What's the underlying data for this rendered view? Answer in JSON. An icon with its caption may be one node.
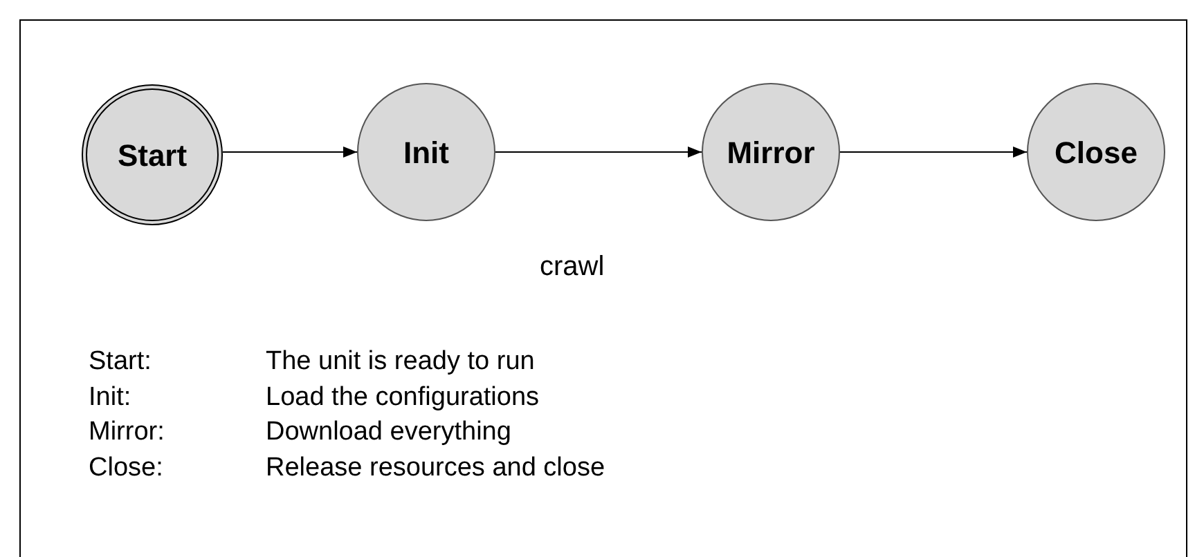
{
  "diagram": {
    "nodes": [
      {
        "text": [
          "Start"
        ]
      },
      {
        "text": [
          "Init"
        ]
      },
      {
        "text": [
          "Mirror"
        ]
      },
      {
        "text": [
          "Close"
        ]
      }
    ],
    "edges": [
      {
        "from": 0,
        "to": 1,
        "arrow": "to"
      },
      {
        "from": 1,
        "to": 2,
        "arrow": "to"
      },
      {
        "from": 2,
        "to": 3,
        "arrow": "to"
      }
    ],
    "labels": [
      "crawl",
      "Start:",
      "The unit is ready to run",
      "Init:",
      "Load the configurations",
      "Mirror:",
      "Download everything",
      "Close:",
      "Release resources and close"
    ]
  }
}
